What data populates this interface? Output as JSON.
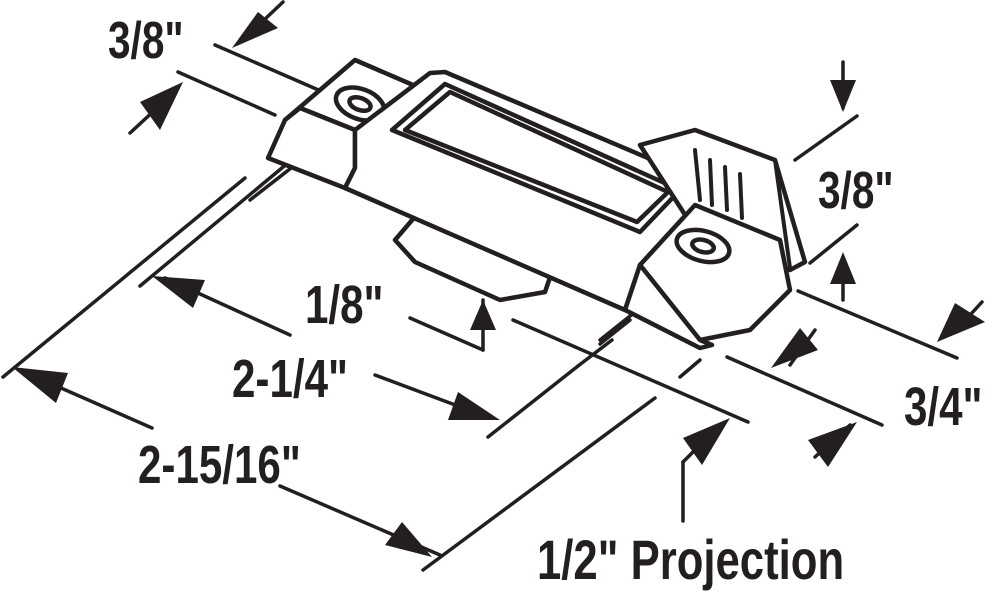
{
  "diagram": {
    "subject": "Window sash lock dimension drawing",
    "colors": {
      "line": "#231f20",
      "background": "#ffffff"
    },
    "labels": {
      "mount_height_left": "3/8\"",
      "lever_height_right": "3/8\"",
      "keeper_clearance": "1/8\"",
      "hole_spacing": "2-1/4\"",
      "overall_length": "2-15/16\"",
      "width": "3/4\"",
      "projection": "1/2\" Projection"
    }
  }
}
